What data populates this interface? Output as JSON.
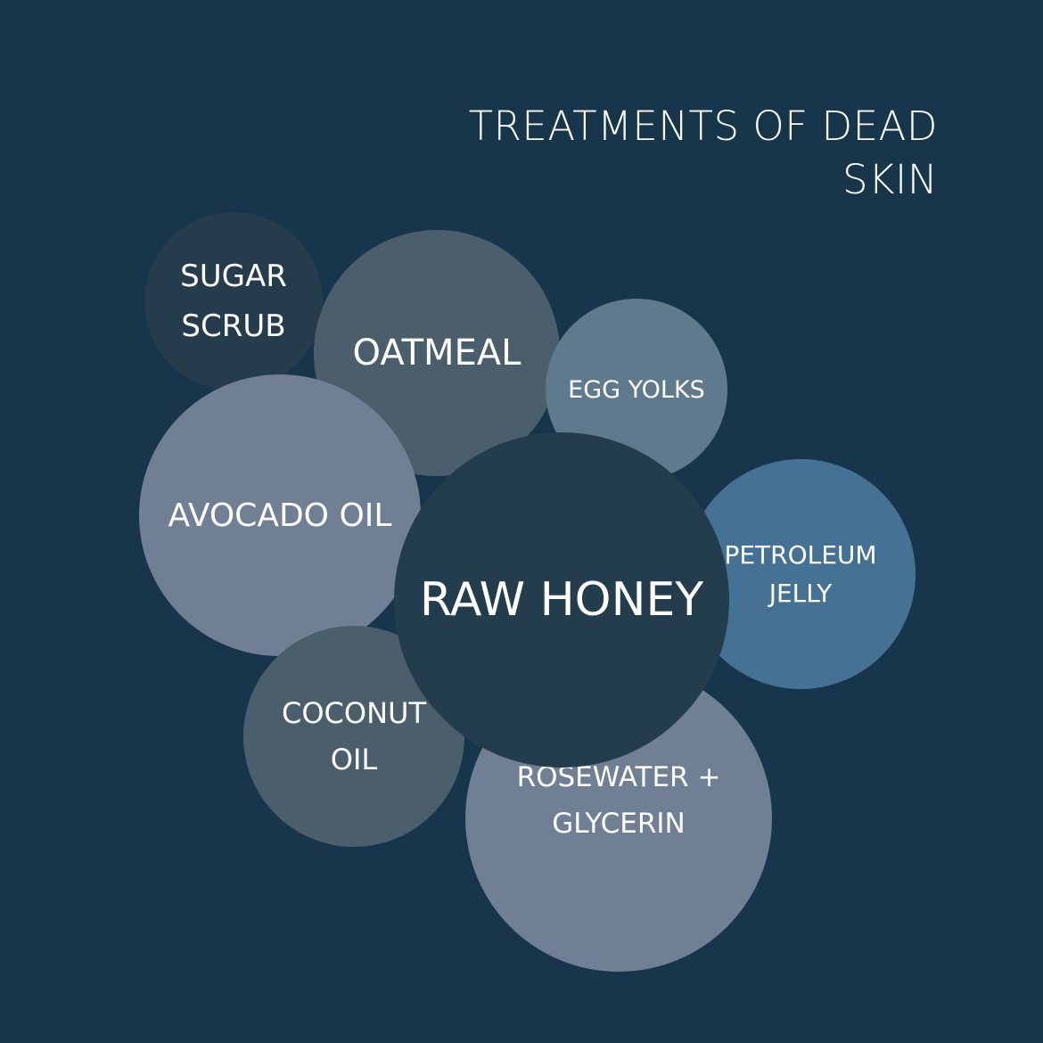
{
  "title": "TREATMENTS OF DEAD SKIN",
  "bubbles": [
    {
      "label_lines": [
        "SUGAR",
        "SCRUB"
      ],
      "color": "#253c4d"
    },
    {
      "label_lines": [
        "OATMEAL"
      ],
      "color": "#4b5e6c"
    },
    {
      "label_lines": [
        "EGG YOLKS"
      ],
      "color": "#5f7a8c"
    },
    {
      "label_lines": [
        "AVOCADO OIL"
      ],
      "color": "#717f95"
    },
    {
      "label_lines": [
        "COCONUT",
        "OIL"
      ],
      "color": "#4b5e6c"
    },
    {
      "label_lines": [
        "ROSEWATER +",
        "GLYCERIN"
      ],
      "color": "#717f95"
    },
    {
      "label_lines": [
        "PETROLEUM",
        "JELLY"
      ],
      "color": "#457294"
    },
    {
      "label_lines": [
        "RAW HONEY"
      ],
      "color": "#243d4d"
    }
  ]
}
